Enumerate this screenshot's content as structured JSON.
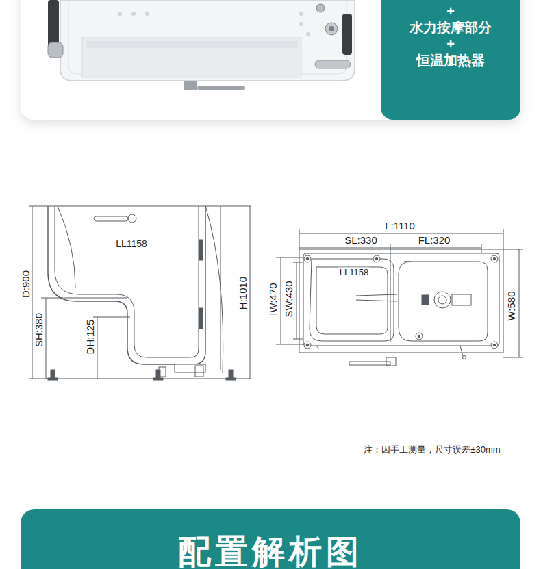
{
  "diagram": {
    "nodes": [
      {
        "text": [
          "+",
          "水力按摩部分",
          "+",
          "恒温加热器"
        ]
      },
      {
        "text": [
          "配置解析图"
        ]
      }
    ],
    "labels": [
      "LL1158",
      "D:900",
      "SH:380",
      "DH:125",
      "H:1010",
      "L:1110",
      "SL:330",
      "FL:320",
      "LL1158",
      "IW:470",
      "SW:430",
      "W:580",
      "注：因手工测量，尺寸误差±30mm"
    ]
  }
}
